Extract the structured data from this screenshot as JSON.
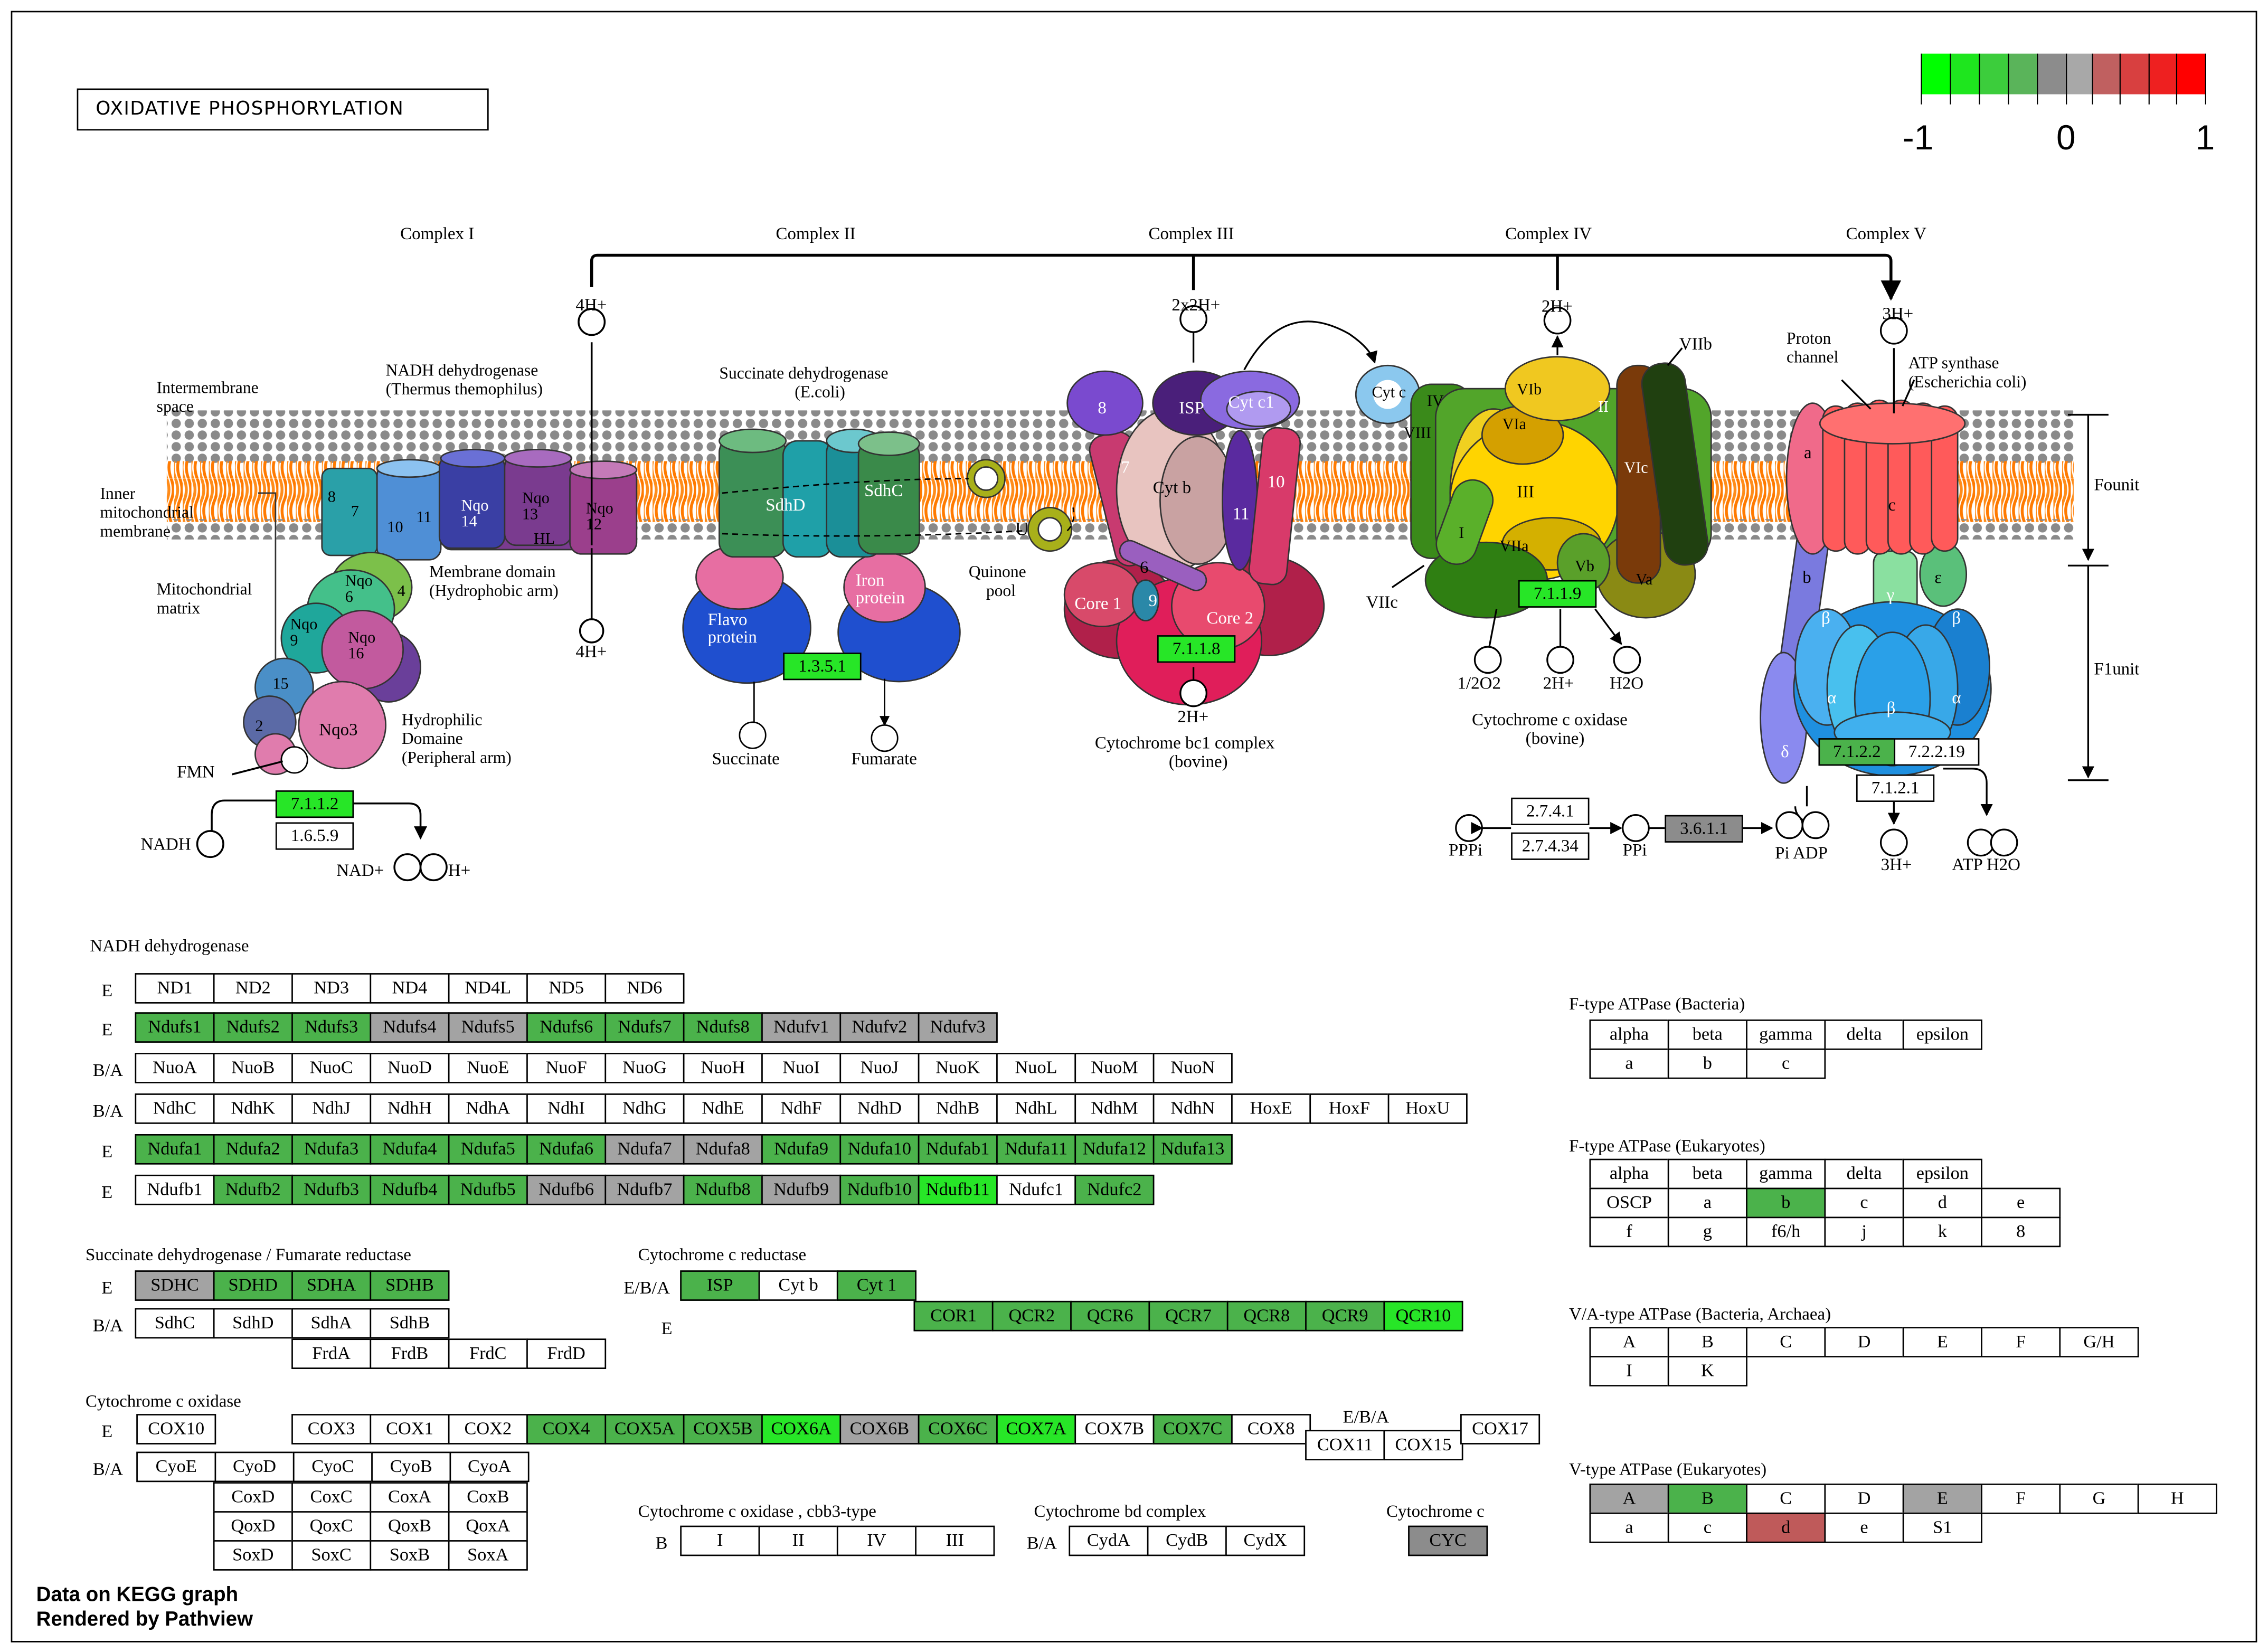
{
  "title": "OXIDATIVE PHOSPHORYLATION",
  "scale": {
    "min_label": "-1",
    "mid_label": "0",
    "max_label": "1",
    "colors": [
      "#00ff00",
      "#1ee61e",
      "#3ccd3c",
      "#5ab45a",
      "#8c8c8c",
      "#a8a8a8",
      "#c06060",
      "#d84040",
      "#ee2020",
      "#ff0000"
    ]
  },
  "complexes": [
    "Complex I",
    "Complex II",
    "Complex III",
    "Complex IV",
    "Complex V"
  ],
  "diagram_labels": {
    "intermembrane": [
      "Intermembrane",
      "space"
    ],
    "inner_membrane": [
      "Inner",
      "mitochondrial",
      "membrane"
    ],
    "matrix": [
      "Mitochondrial",
      "matrix"
    ],
    "nadh_dh": [
      "NADH dehydrogenase",
      "(Thermus themophilus)"
    ],
    "membrane_domain": [
      "Membrane domain",
      "(Hydrophobic arm)"
    ],
    "hydrophilic": [
      "Hydrophilic",
      "Domaine",
      "(Peripheral arm)"
    ],
    "sdh": [
      "Succinate dehydrogenase",
      "(E.coli)"
    ],
    "quinone": [
      "Quinone",
      "pool"
    ],
    "cyt_bc1": [
      "Cytochrome bc1 complex",
      "(bovine)"
    ],
    "cyt_oxidase": [
      "Cytochrome c oxidase",
      "(bovine)"
    ],
    "proton_channel": [
      "Proton",
      "channel"
    ],
    "atp_synthase": [
      "ATP synthase",
      "(Escherichia coli)"
    ],
    "fo": "Founit",
    "f1": "F1unit",
    "fmn": "FMN",
    "nadh": "NADH",
    "nad": "NAD+",
    "h": "H+",
    "h4_top": "4H+",
    "h4_bot": "4H+",
    "h2x2": "2x2H+",
    "h2_top": "2H+",
    "h3_top": "3H+",
    "h2_bot3": "2H+",
    "h2_bot4": "2H+",
    "o2": "1/2O2",
    "h2o": "H2O",
    "succinate": "Succinate",
    "fumarate": "Fumarate",
    "ppi1": "PPPi",
    "ppi2": "PPi",
    "pi_adp": "Pi ADP",
    "h3_bot": "3H+",
    "atp_h2o": "ATP H2O",
    "viib": "VIIb",
    "viic": "VIIc",
    "subunits": {
      "c1_8": "8",
      "c1_7": "7",
      "c1_10": "10",
      "c1_11": "11",
      "nqo14": "Nqo 14",
      "nqo13": "Nqo 13",
      "nqo12": "Nqo 12",
      "hl": "HL",
      "nqo6": "Nqo 6",
      "nqo4": "4",
      "nqo9": "Nqo 9",
      "nqo16": "Nqo 16",
      "n15": "15",
      "n2": "2",
      "nqo3": "Nqo3",
      "sdhd": "SdhD",
      "sdhc": "SdhC",
      "flavo": "Flavo protein",
      "iron": "Iron protein",
      "u": "U",
      "c3_8": "8",
      "isp": "ISP",
      "cytc1": "Cyt c1",
      "c3_7": "7",
      "cytb": "Cyt b",
      "c3_11": "11",
      "c3_10": "10",
      "c3_6": "6",
      "c3_9": "9",
      "core1": "Core 1",
      "core2": "Core 2",
      "cytc": "Cyt c",
      "c4_iv": "IV",
      "c4_viii": "VIII",
      "vib": "VIb",
      "via": "VIa",
      "c4_ii": "II",
      "c4_iii": "III",
      "c4_i": "I",
      "viia": "VIIa",
      "vic": "VIc",
      "vb": "Vb",
      "va": "Va",
      "a": "a",
      "b": "b",
      "c": "c",
      "gamma": "γ",
      "eps": "ε",
      "beta1": "β",
      "beta2": "β",
      "alpha1": "α",
      "alpha2": "α",
      "delta": "δ"
    }
  },
  "enzymes": [
    {
      "label": "7.1.1.2",
      "color": "#27e627"
    },
    {
      "label": "1.6.5.9",
      "color": "#ffffff"
    },
    {
      "label": "1.3.5.1",
      "color": "#27e627"
    },
    {
      "label": "7.1.1.8",
      "color": "#27e627"
    },
    {
      "label": "7.1.1.9",
      "color": "#27e627"
    },
    {
      "label": "7.1.2.2",
      "color": "#4bb24b"
    },
    {
      "label": "7.2.2.19",
      "color": "#ffffff"
    },
    {
      "label": "7.1.2.1",
      "color": "#ffffff"
    },
    {
      "label": "2.7.4.1",
      "color": "#ffffff"
    },
    {
      "label": "2.7.4.34",
      "color": "#ffffff"
    },
    {
      "label": "3.6.1.1",
      "color": "#8c8c8c"
    }
  ],
  "nadh_section": {
    "heading": "NADH dehydrogenase",
    "rows": [
      {
        "prefix": "E",
        "cells": [
          [
            "ND1",
            "w"
          ],
          [
            "ND2",
            "w"
          ],
          [
            "ND3",
            "w"
          ],
          [
            "ND4",
            "w"
          ],
          [
            "ND4L",
            "w"
          ],
          [
            "ND5",
            "w"
          ],
          [
            "ND6",
            "w"
          ]
        ]
      },
      {
        "prefix": "E",
        "cells": [
          [
            "Ndufs1",
            "g"
          ],
          [
            "Ndufs2",
            "g"
          ],
          [
            "Ndufs3",
            "g"
          ],
          [
            "Ndufs4",
            "gray"
          ],
          [
            "Ndufs5",
            "gray"
          ],
          [
            "Ndufs6",
            "g"
          ],
          [
            "Ndufs7",
            "g"
          ],
          [
            "Ndufs8",
            "g"
          ],
          [
            "Ndufv1",
            "gray"
          ],
          [
            "Ndufv2",
            "gray"
          ],
          [
            "Ndufv3",
            "gray"
          ]
        ]
      },
      {
        "prefix": "B/A",
        "cells": [
          [
            "NuoA",
            "w"
          ],
          [
            "NuoB",
            "w"
          ],
          [
            "NuoC",
            "w"
          ],
          [
            "NuoD",
            "w"
          ],
          [
            "NuoE",
            "w"
          ],
          [
            "NuoF",
            "w"
          ],
          [
            "NuoG",
            "w"
          ],
          [
            "NuoH",
            "w"
          ],
          [
            "NuoI",
            "w"
          ],
          [
            "NuoJ",
            "w"
          ],
          [
            "NuoK",
            "w"
          ],
          [
            "NuoL",
            "w"
          ],
          [
            "NuoM",
            "w"
          ],
          [
            "NuoN",
            "w"
          ]
        ]
      },
      {
        "prefix": "B/A",
        "cells": [
          [
            "NdhC",
            "w"
          ],
          [
            "NdhK",
            "w"
          ],
          [
            "NdhJ",
            "w"
          ],
          [
            "NdhH",
            "w"
          ],
          [
            "NdhA",
            "w"
          ],
          [
            "NdhI",
            "w"
          ],
          [
            "NdhG",
            "w"
          ],
          [
            "NdhE",
            "w"
          ],
          [
            "NdhF",
            "w"
          ],
          [
            "NdhD",
            "w"
          ],
          [
            "NdhB",
            "w"
          ],
          [
            "NdhL",
            "w"
          ],
          [
            "NdhM",
            "w"
          ],
          [
            "NdhN",
            "w"
          ],
          [
            "HoxE",
            "w"
          ],
          [
            "HoxF",
            "w"
          ],
          [
            "HoxU",
            "w"
          ]
        ]
      },
      {
        "prefix": "E",
        "cells": [
          [
            "Ndufa1",
            "g"
          ],
          [
            "Ndufa2",
            "g"
          ],
          [
            "Ndufa3",
            "g"
          ],
          [
            "Ndufa4",
            "g"
          ],
          [
            "Ndufa5",
            "g"
          ],
          [
            "Ndufa6",
            "g"
          ],
          [
            "Ndufa7",
            "gray"
          ],
          [
            "Ndufa8",
            "gray"
          ],
          [
            "Ndufa9",
            "g"
          ],
          [
            "Ndufa10",
            "g"
          ],
          [
            "Ndufab1",
            "g"
          ],
          [
            "Ndufa11",
            "g"
          ],
          [
            "Ndufa12",
            "g"
          ],
          [
            "Ndufa13",
            "g"
          ]
        ]
      },
      {
        "prefix": "E",
        "cells": [
          [
            "Ndufb1",
            "w"
          ],
          [
            "Ndufb2",
            "g"
          ],
          [
            "Ndufb3",
            "g"
          ],
          [
            "Ndufb4",
            "g"
          ],
          [
            "Ndufb5",
            "g"
          ],
          [
            "Ndufb6",
            "gray"
          ],
          [
            "Ndufb7",
            "gray"
          ],
          [
            "Ndufb8",
            "g"
          ],
          [
            "Ndufb9",
            "gray"
          ],
          [
            "Ndufb10",
            "g"
          ],
          [
            "Ndufb11",
            "gb"
          ],
          [
            "Ndufc1",
            "w"
          ],
          [
            "Ndufc2",
            "g"
          ]
        ]
      }
    ]
  },
  "sdh_section": {
    "heading": "Succinate dehydrogenase / Fumarate reductase",
    "rows": [
      {
        "prefix": "E",
        "cells": [
          [
            "SDHC",
            "gray"
          ],
          [
            "SDHD",
            "g"
          ],
          [
            "SDHA",
            "g"
          ],
          [
            "SDHB",
            "g"
          ]
        ]
      },
      {
        "prefix": "B/A",
        "cells": [
          [
            "SdhC",
            "w"
          ],
          [
            "SdhD",
            "w"
          ],
          [
            "SdhA",
            "w"
          ],
          [
            "SdhB",
            "w"
          ]
        ]
      },
      {
        "prefix": "",
        "cells": [
          [
            "FrdA",
            "w"
          ],
          [
            "FrdB",
            "w"
          ],
          [
            "FrdC",
            "w"
          ],
          [
            "FrdD",
            "w"
          ]
        ]
      }
    ]
  },
  "cytc_reductase": {
    "heading": "Cytochrome c reductase",
    "rows": [
      {
        "prefix": "E/B/A",
        "cells": [
          [
            "ISP",
            "g"
          ],
          [
            "Cyt b",
            "w"
          ],
          [
            "Cyt 1",
            "g"
          ]
        ]
      },
      {
        "prefix": "E",
        "cells": [
          [
            "COR1",
            "g"
          ],
          [
            "QCR2",
            "g"
          ],
          [
            "QCR6",
            "g"
          ],
          [
            "QCR7",
            "g"
          ],
          [
            "QCR8",
            "g"
          ],
          [
            "QCR9",
            "g"
          ],
          [
            "QCR10",
            "gb"
          ]
        ]
      }
    ]
  },
  "cox_section": {
    "heading": "Cytochrome c oxidase",
    "row1_prefix": "E",
    "row1a": [
      [
        "COX10",
        "w"
      ]
    ],
    "row1b": [
      [
        "COX3",
        "w"
      ],
      [
        "COX1",
        "w"
      ],
      [
        "COX2",
        "w"
      ],
      [
        "COX4",
        "g"
      ],
      [
        "COX5A",
        "g"
      ],
      [
        "COX5B",
        "g"
      ],
      [
        "COX6A",
        "gb"
      ],
      [
        "COX6B",
        "gray"
      ],
      [
        "COX6C",
        "g"
      ],
      [
        "COX7A",
        "gb"
      ],
      [
        "COX7B",
        "w"
      ],
      [
        "COX7C",
        "g"
      ],
      [
        "COX8",
        "w"
      ]
    ],
    "eba_label": "E/B/A",
    "eba_cells": [
      [
        "COX11",
        "w"
      ],
      [
        "COX15",
        "w"
      ]
    ],
    "cox17": [
      [
        "COX17",
        "w"
      ]
    ],
    "ba_prefix": "B/A",
    "ba_rows": [
      [
        [
          "CyoE",
          "w"
        ],
        [
          "CyoD",
          "w"
        ],
        [
          "CyoC",
          "w"
        ],
        [
          "CyoB",
          "w"
        ],
        [
          "CyoA",
          "w"
        ]
      ],
      [
        [
          "CoxD",
          "w"
        ],
        [
          "CoxC",
          "w"
        ],
        [
          "CoxA",
          "w"
        ],
        [
          "CoxB",
          "w"
        ]
      ],
      [
        [
          "QoxD",
          "w"
        ],
        [
          "QoxC",
          "w"
        ],
        [
          "QoxB",
          "w"
        ],
        [
          "QoxA",
          "w"
        ]
      ],
      [
        [
          "SoxD",
          "w"
        ],
        [
          "SoxC",
          "w"
        ],
        [
          "SoxB",
          "w"
        ],
        [
          "SoxA",
          "w"
        ]
      ]
    ]
  },
  "cbb3": {
    "heading": "Cytochrome c oxidase , cbb3-type",
    "prefix": "B",
    "cells": [
      [
        "I",
        "w"
      ],
      [
        "II",
        "w"
      ],
      [
        "IV",
        "w"
      ],
      [
        "III",
        "w"
      ]
    ]
  },
  "cytbd": {
    "heading": "Cytochrome bd complex",
    "prefix": "B/A",
    "cells": [
      [
        "CydA",
        "w"
      ],
      [
        "CydB",
        "w"
      ],
      [
        "CydX",
        "w"
      ]
    ]
  },
  "cytc": {
    "heading": "Cytochrome c",
    "cells": [
      [
        "CYC",
        "dgray"
      ]
    ]
  },
  "ftype_bact": {
    "heading": "F-type ATPase (Bacteria)",
    "rows": [
      [
        [
          "alpha",
          "w"
        ],
        [
          "beta",
          "w"
        ],
        [
          "gamma",
          "w"
        ],
        [
          "delta",
          "w"
        ],
        [
          "epsilon",
          "w"
        ]
      ],
      [
        [
          "a",
          "w"
        ],
        [
          "b",
          "w"
        ],
        [
          "c",
          "w"
        ]
      ]
    ]
  },
  "ftype_euk": {
    "heading": "F-type ATPase (Eukaryotes)",
    "rows": [
      [
        [
          "alpha",
          "w"
        ],
        [
          "beta",
          "w"
        ],
        [
          "gamma",
          "w"
        ],
        [
          "delta",
          "w"
        ],
        [
          "epsilon",
          "w"
        ]
      ],
      [
        [
          "OSCP",
          "w"
        ],
        [
          "a",
          "w"
        ],
        [
          "b",
          "g"
        ],
        [
          "c",
          "w"
        ],
        [
          "d",
          "w"
        ],
        [
          "e",
          "w"
        ]
      ],
      [
        [
          "f",
          "w"
        ],
        [
          "g",
          "w"
        ],
        [
          "f6/h",
          "w"
        ],
        [
          "j",
          "w"
        ],
        [
          "k",
          "w"
        ],
        [
          "8",
          "w"
        ]
      ]
    ]
  },
  "vatype": {
    "heading": "V/A-type ATPase (Bacteria, Archaea)",
    "rows": [
      [
        [
          "A",
          "w"
        ],
        [
          "B",
          "w"
        ],
        [
          "C",
          "w"
        ],
        [
          "D",
          "w"
        ],
        [
          "E",
          "w"
        ],
        [
          "F",
          "w"
        ],
        [
          "G/H",
          "w"
        ]
      ],
      [
        [
          "I",
          "w"
        ],
        [
          "K",
          "w"
        ]
      ]
    ]
  },
  "vtype": {
    "heading": "V-type ATPase (Eukaryotes)",
    "rows": [
      [
        [
          "A",
          "gray"
        ],
        [
          "B",
          "g"
        ],
        [
          "C",
          "w"
        ],
        [
          "D",
          "w"
        ],
        [
          "E",
          "gray"
        ],
        [
          "F",
          "w"
        ],
        [
          "G",
          "w"
        ],
        [
          "H",
          "w"
        ]
      ],
      [
        [
          "a",
          "w"
        ],
        [
          "c",
          "w"
        ],
        [
          "d",
          "red"
        ],
        [
          "e",
          "w"
        ],
        [
          "S1",
          "w"
        ]
      ]
    ]
  },
  "footer": [
    "Data on KEGG graph",
    "Rendered by Pathview"
  ]
}
